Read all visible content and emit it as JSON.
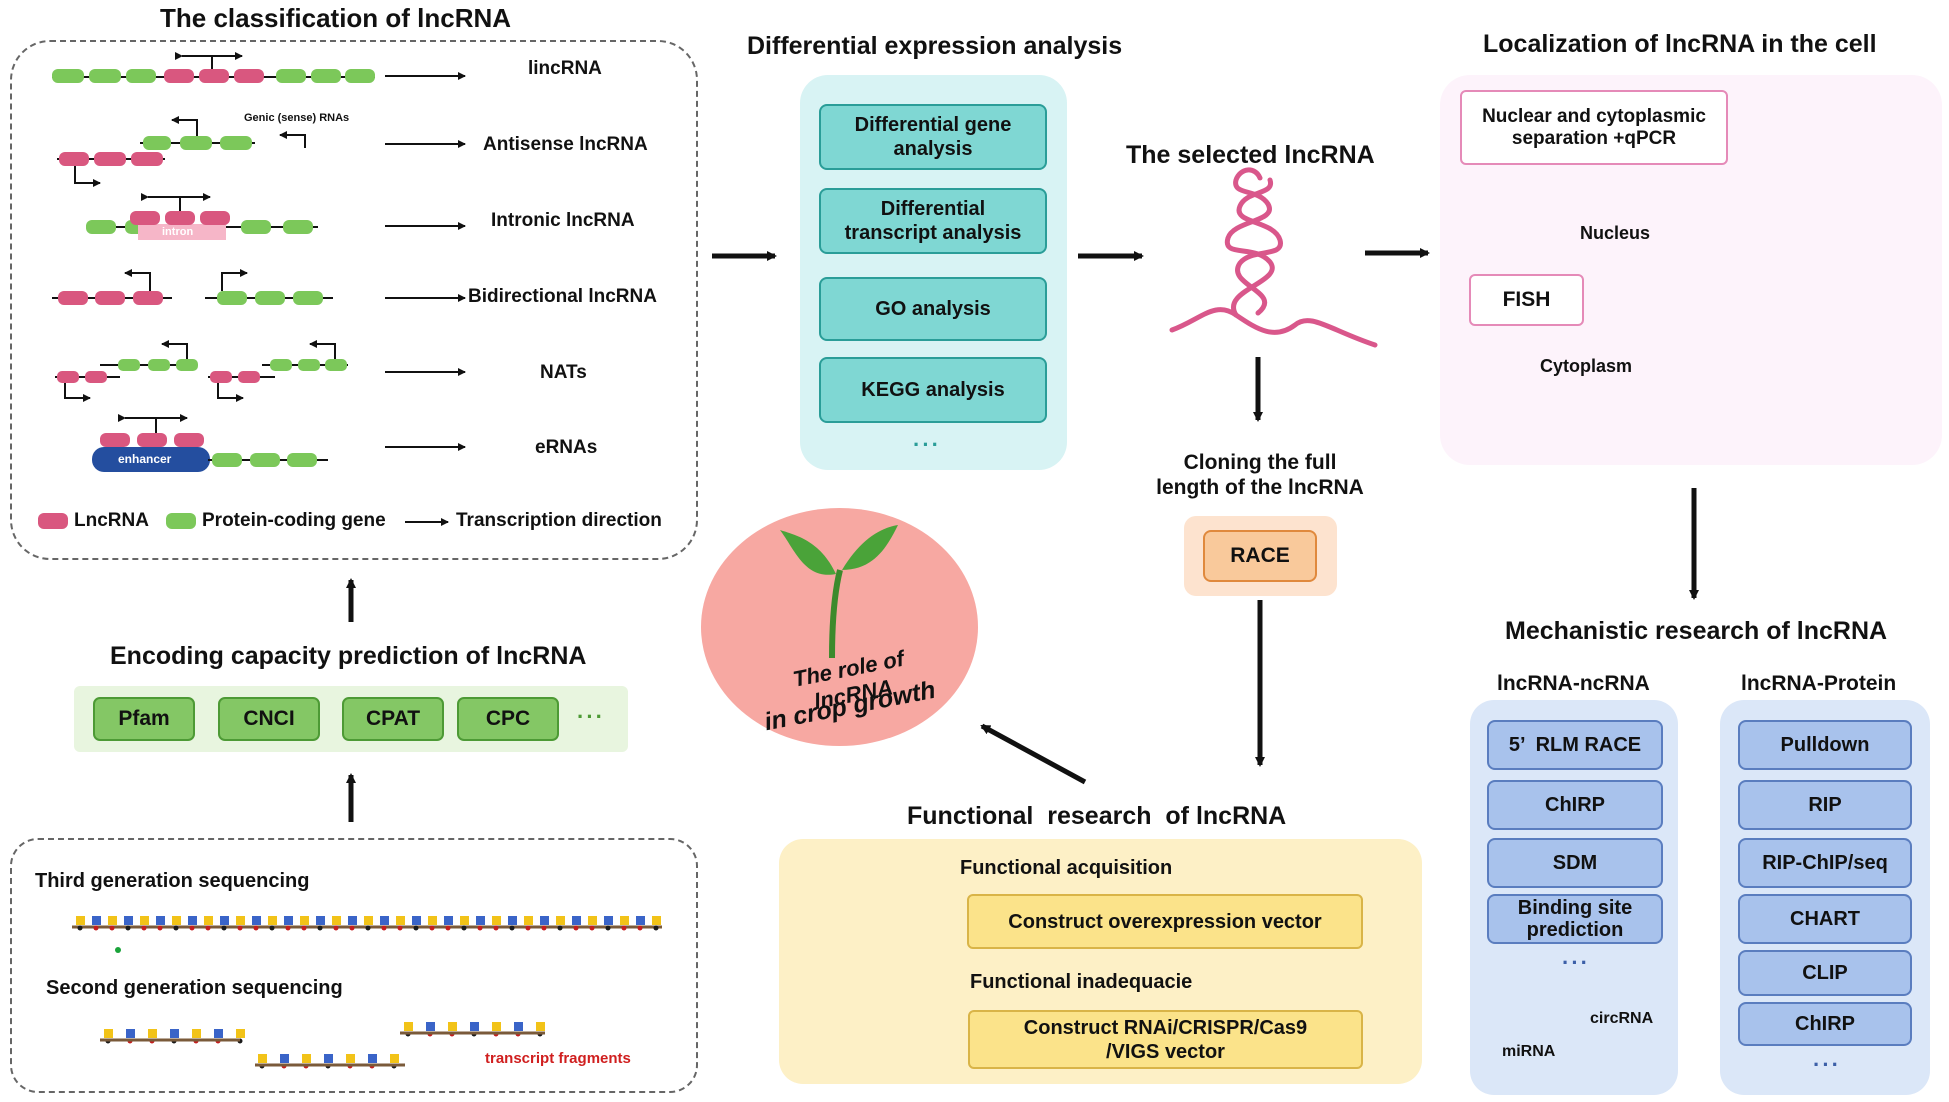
{
  "classification": {
    "title": "The classification of  lncRNA",
    "types": [
      "lincRNA",
      "Antisense lncRNA",
      "Intronic lncRNA",
      "Bidirectional lncRNA",
      "NATs",
      "eRNAs"
    ],
    "genic_label": "Genic (sense) RNAs",
    "intron_label": "intron",
    "enhancer_label": "enhancer",
    "legend": {
      "lnc": "LncRNA",
      "pcg": "Protein-coding gene",
      "dir": "Transcription direction"
    }
  },
  "encoding": {
    "title": "Encoding capacity prediction of lncRNA",
    "tools": [
      "Pfam",
      "CNCI",
      "CPAT",
      "CPC"
    ],
    "more": "···"
  },
  "sequencing": {
    "third": "Third generation sequencing",
    "second": "Second generation sequencing",
    "fragments": "transcript fragments"
  },
  "differential": {
    "title": "Differential expression analysis",
    "items": [
      "Differential gene analysis",
      "Differential transcript analysis",
      "GO analysis",
      "KEGG analysis"
    ],
    "more": "···"
  },
  "selected": {
    "title": "The selected lncRNA"
  },
  "cloning": {
    "title": "Cloning the full length of the lncRNA",
    "button": "RACE"
  },
  "crop": {
    "line1": "The role of lncRNA",
    "line2": "in crop growth"
  },
  "functional": {
    "title": "Functional  research  of lncRNA",
    "acq": "Functional acquisition",
    "acq_btn": "Construct overexpression vector",
    "inad": "Functional inadequacie",
    "inad_btn": "Construct RNAi/CRISPR/Cas9 /VIGS vector"
  },
  "localization": {
    "title": "Localization of lncRNA in the cell",
    "method1": "Nuclear and cytoplasmic separation +qPCR",
    "method2": "FISH",
    "nucleus": "Nucleus",
    "cytoplasm": "Cytoplasm"
  },
  "mechanistic": {
    "title": "Mechanistic research of lncRNA",
    "left_title": "lncRNA-ncRNA",
    "left_items": [
      "5’  RLM RACE",
      "ChIRP",
      "SDM",
      "Binding site prediction"
    ],
    "left_more": "···",
    "mirna": "miRNA",
    "circrna": "circRNA",
    "right_title": "lncRNA-Protein",
    "right_items": [
      "Pulldown",
      "RIP",
      "RIP-ChIP/seq",
      "CHART",
      "CLIP",
      "ChIRP"
    ],
    "right_more": "···"
  },
  "colors": {
    "lnc": "#d9577f",
    "pcg": "#7cc85a",
    "teal": "#7fd7d3",
    "blue": "#a8c2ec",
    "yellow": "#fbe38a"
  }
}
